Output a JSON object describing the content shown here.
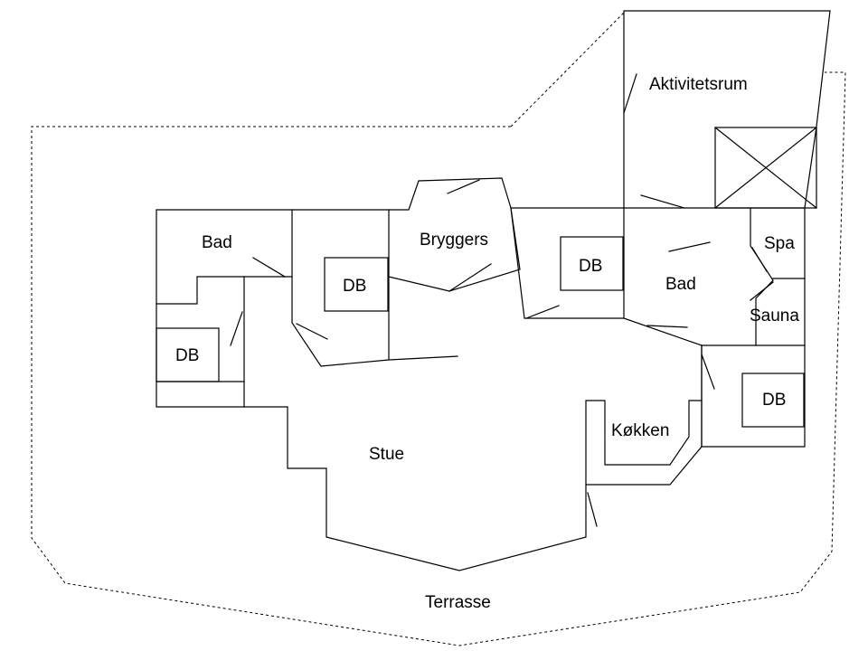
{
  "rooms": {
    "aktivitetsrum": "Aktivitetsrum",
    "bad_left": "Bad",
    "bryggers": "Bryggers",
    "spa": "Spa",
    "db_left_upper": "DB",
    "db_center": "DB",
    "bad_right": "Bad",
    "sauna": "Sauna",
    "db_left_lower": "DB",
    "db_right": "DB",
    "kokken": "Køkken",
    "stue": "Stue",
    "terrasse": "Terrasse"
  }
}
